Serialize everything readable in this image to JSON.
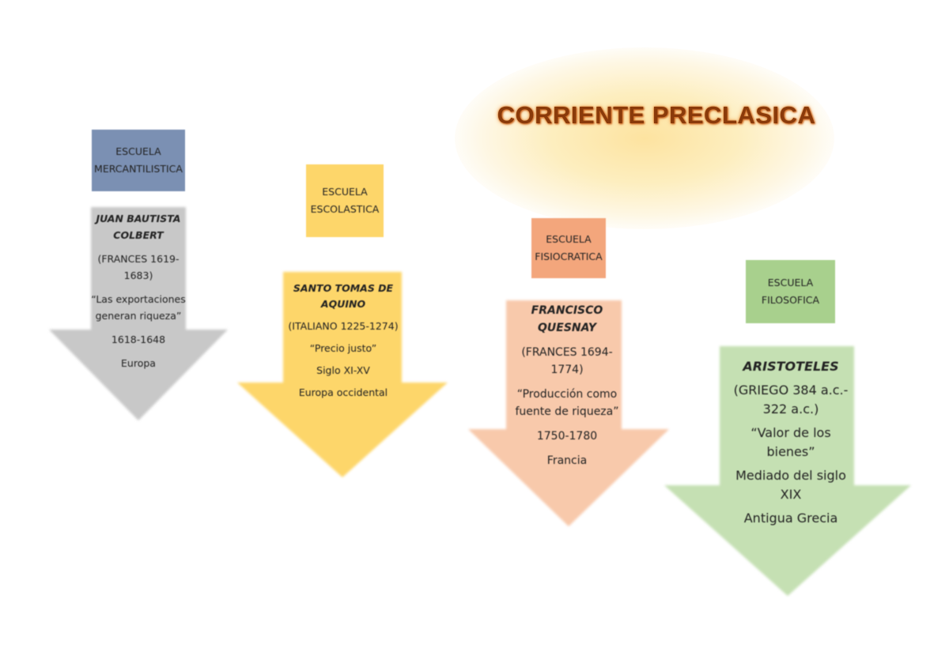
{
  "title": "CORRIENTE PRECLASICA",
  "schools": [
    {
      "school": [
        "ESCUELA",
        "MERCANTILISTICA"
      ],
      "author": [
        "JUAN BAUTISTA",
        "COLBERT"
      ],
      "origin": [
        "(FRANCES 1619-",
        "1683)"
      ],
      "idea": [
        "“Las exportaciones",
        "generan riqueza”"
      ],
      "period": "1618-1648",
      "place": "Europa",
      "box_color": "#7b90b3",
      "arrow_color": "#c8c8c8"
    },
    {
      "school": [
        "ESCUELA",
        "ESCOLASTICA"
      ],
      "author": [
        "SANTO TOMAS DE",
        "AQUINO"
      ],
      "origin": [
        "(ITALIANO 1225-1274)"
      ],
      "idea": [
        "“Precio justo”"
      ],
      "period": "Siglo XI-XV",
      "place": "Europa occidental",
      "box_color": "#fdd66a",
      "arrow_color": "#fdd66a"
    },
    {
      "school": [
        "ESCUELA",
        "FISIOCRATICA"
      ],
      "author": [
        "FRANCISCO",
        "QUESNAY"
      ],
      "origin": [
        "(FRANCES 1694-",
        "1774)"
      ],
      "idea": [
        "“Producción como",
        "fuente de riqueza”"
      ],
      "period": "1750-1780",
      "place": "Francia",
      "box_color": "#f3a67c",
      "arrow_color": "#f8c9ab"
    },
    {
      "school": [
        "ESCUELA",
        "FILOSOFICA"
      ],
      "author": [
        "ARISTOTELES"
      ],
      "origin": [
        "(GRIEGO 384 a.c.-",
        "322 a.c.)"
      ],
      "idea": [
        "“Valor de los",
        "bienes”"
      ],
      "period_lines": [
        "Mediado del siglo",
        "XIX"
      ],
      "place": "Antigua Grecia",
      "box_color": "#a8d08d",
      "arrow_color": "#c5e0b3"
    }
  ]
}
